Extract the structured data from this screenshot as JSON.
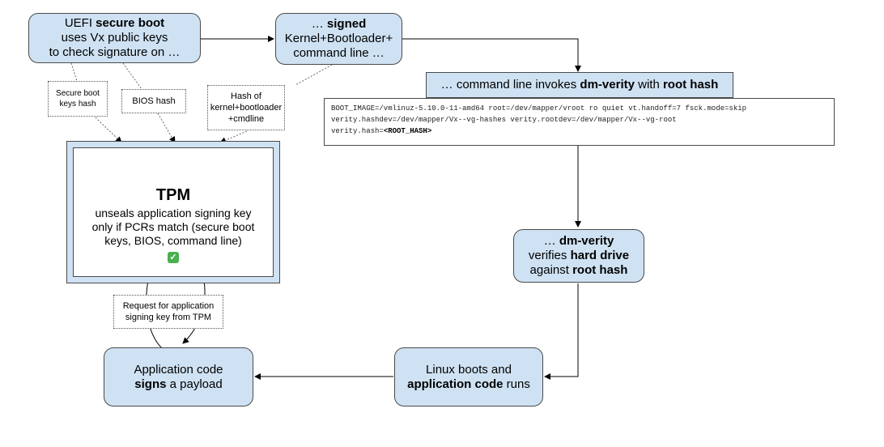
{
  "boxes": {
    "uefi": {
      "line1_pre": "UEFI ",
      "line1_bold": "secure boot",
      "line2": "uses Vx public keys",
      "line3": "to check signature on …"
    },
    "signed": {
      "line1_pre": "… ",
      "line1_bold": "signed",
      "line2": "Kernel+Bootloader+",
      "line3": "command line …"
    },
    "cmdline": {
      "pre": "… command line invokes ",
      "bold1": "dm-verity",
      "mid": " with ",
      "bold2": "root hash"
    },
    "dmverity": {
      "line1_pre": "… ",
      "line1_bold": "dm-verity",
      "line2_pre": "verifies ",
      "line2_bold": "hard drive",
      "line3_pre": "against ",
      "line3_bold": "root hash"
    },
    "linux": {
      "line1": "Linux boots and",
      "line2_bold": "application code",
      "line2_post": " runs"
    },
    "app": {
      "line1": "Application code",
      "line2_bold": "signs",
      "line2_post": " a payload"
    },
    "tpm": {
      "title": "TPM",
      "line1": "unseals application signing key",
      "line2": "only if PCRs match (secure boot",
      "line3": "keys, BIOS, command line)",
      "check_icon": "✓"
    }
  },
  "code": {
    "line1": "BOOT_IMAGE=/vmlinuz-5.10.0-11-amd64 root=/dev/mapper/vroot ro quiet vt.handoff=7 fsck.mode=skip",
    "line2": "verity.hashdev=/dev/mapper/Vx--vg-hashes verity.rootdev=/dev/mapper/Vx--vg-root",
    "line3_pre": "verity.hash=",
    "line3_bold": "<ROOT_HASH>"
  },
  "notes": {
    "secure_boot_hash": {
      "line1": "Secure boot",
      "line2": "keys hash"
    },
    "bios_hash": {
      "text": "BIOS hash"
    },
    "kernel_hash": {
      "line1": "Hash of",
      "line2": "kernel+bootloader",
      "line3": "+cmdline"
    },
    "request": {
      "line1": "Request for application",
      "line2": "signing key from TPM"
    }
  },
  "colors": {
    "box_fill": "#cfe2f3",
    "border": "#4a4a4a",
    "check_green": "#4caf50"
  }
}
